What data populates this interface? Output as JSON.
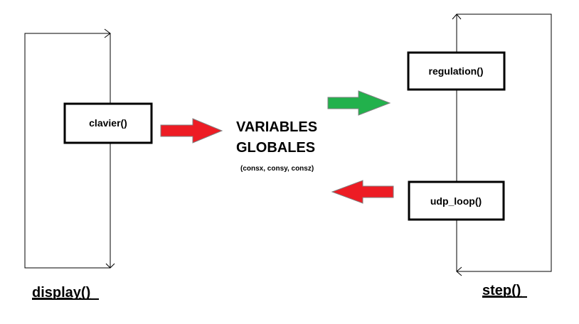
{
  "colors": {
    "arrow_red": "#ed1c24",
    "arrow_green": "#22b14c",
    "stroke": "#000000",
    "background": "#ffffff"
  },
  "left": {
    "loop_label": "display()",
    "box_label": "clavier()"
  },
  "center": {
    "title_line1": "VARIABLES",
    "title_line2": "GLOBALES",
    "subtitle": "(consx, consy, consz)"
  },
  "right": {
    "loop_label": "step()",
    "box_top_label": "regulation()",
    "box_bottom_label": "udp_loop()"
  }
}
